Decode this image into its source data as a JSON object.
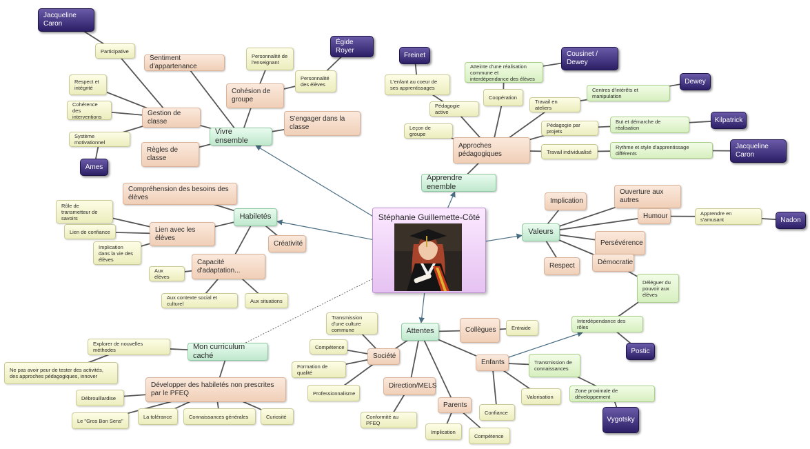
{
  "center": {
    "title": "Stéphanie Guillemette-Côté",
    "photo": "graduation-portrait"
  },
  "nodes": [
    {
      "id": "vivre",
      "label": "Vivre ensemble",
      "style": "green"
    },
    {
      "id": "habiletes",
      "label": "Habiletés",
      "style": "green"
    },
    {
      "id": "apprendre",
      "label": "Apprendre enemble",
      "style": "green"
    },
    {
      "id": "valeurs",
      "label": "Valeurs",
      "style": "green"
    },
    {
      "id": "attentes",
      "label": "Attentes",
      "style": "green"
    },
    {
      "id": "curriculum",
      "label": "Mon curriculum caché",
      "style": "green"
    },
    {
      "id": "sentiment",
      "label": "Sentiment d'appartenance",
      "style": "peach"
    },
    {
      "id": "cohesion",
      "label": "Cohésion de groupe",
      "style": "peach"
    },
    {
      "id": "gestion",
      "label": "Gestion de classe",
      "style": "peach"
    },
    {
      "id": "engager",
      "label": "S'engager dans la classe",
      "style": "peach"
    },
    {
      "id": "regles",
      "label": "Règles de classe",
      "style": "peach"
    },
    {
      "id": "comprehension",
      "label": "Compréhension des besoins des élèves",
      "style": "peach"
    },
    {
      "id": "lien",
      "label": "Lien  avec les élèves",
      "style": "peach"
    },
    {
      "id": "creativite",
      "label": "Créativité",
      "style": "peach"
    },
    {
      "id": "capacite",
      "label": "Capacité d'adaptation...",
      "style": "peach"
    },
    {
      "id": "approches",
      "label": "Approches pédagogiques",
      "style": "peach"
    },
    {
      "id": "implication_v",
      "label": "Implication",
      "style": "peach"
    },
    {
      "id": "ouverture",
      "label": "Ouverture aux autres",
      "style": "peach"
    },
    {
      "id": "humour",
      "label": "Humour",
      "style": "peach"
    },
    {
      "id": "perseverence",
      "label": "Persévérence",
      "style": "peach"
    },
    {
      "id": "respect",
      "label": "Respect",
      "style": "peach"
    },
    {
      "id": "democratie",
      "label": "Démocratie",
      "style": "peach"
    },
    {
      "id": "collegues",
      "label": "Collègues",
      "style": "peach"
    },
    {
      "id": "societe",
      "label": "Société",
      "style": "peach"
    },
    {
      "id": "enfants",
      "label": "Enfants",
      "style": "peach"
    },
    {
      "id": "direction",
      "label": "Direction/MELS",
      "style": "peach"
    },
    {
      "id": "parents",
      "label": "Parents",
      "style": "peach"
    },
    {
      "id": "developper",
      "label": "Développer des habiletés non prescrites par le PFEQ",
      "style": "peach"
    },
    {
      "id": "participative",
      "label": "Participative",
      "style": "yellow"
    },
    {
      "id": "personnalite_ens",
      "label": "Personnalité de l'enseignant",
      "style": "yellow"
    },
    {
      "id": "personnalite_el",
      "label": "Personnalité des élèves",
      "style": "yellow"
    },
    {
      "id": "respect_int",
      "label": "Respect et intégrité",
      "style": "yellow"
    },
    {
      "id": "coherence",
      "label": "Cohérence des interventions",
      "style": "yellow"
    },
    {
      "id": "systeme",
      "label": "Système motivationnel",
      "style": "yellow"
    },
    {
      "id": "role",
      "label": "Rôle de transmetteur de savoirs",
      "style": "yellow"
    },
    {
      "id": "lien_conf",
      "label": "Lien de confiance",
      "style": "yellow"
    },
    {
      "id": "implication_vie",
      "label": "Implication dans la vie des élèves",
      "style": "yellow"
    },
    {
      "id": "aux_eleves",
      "label": "Aux élèves",
      "style": "yellow"
    },
    {
      "id": "aux_contexte",
      "label": "Aux contexte social et culturel",
      "style": "yellow"
    },
    {
      "id": "aux_situations",
      "label": "Aux situations",
      "style": "yellow"
    },
    {
      "id": "enfant_coeur",
      "label": "L'enfant au coeur de ses apprentissages",
      "style": "yellow"
    },
    {
      "id": "ped_active",
      "label": "Pédagogie active",
      "style": "yellow"
    },
    {
      "id": "cooperation",
      "label": "Coopération",
      "style": "yellow"
    },
    {
      "id": "lecon",
      "label": "Leçon de groupe",
      "style": "yellow"
    },
    {
      "id": "travail_ateliers",
      "label": "Travail en ateliers",
      "style": "yellow"
    },
    {
      "id": "ped_projets",
      "label": "Pédagogie par projets",
      "style": "yellow"
    },
    {
      "id": "travail_indiv",
      "label": "Travail individualisé",
      "style": "yellow"
    },
    {
      "id": "apprendre_amusant",
      "label": "Apprendre en s'amusant",
      "style": "yellow"
    },
    {
      "id": "transmission_culture",
      "label": "Transmission d'une culture commune",
      "style": "yellow"
    },
    {
      "id": "competence_s",
      "label": "Compétence",
      "style": "yellow"
    },
    {
      "id": "formation",
      "label": "Formation de qualité",
      "style": "yellow"
    },
    {
      "id": "professionnalisme",
      "label": "Professionnalisme",
      "style": "yellow"
    },
    {
      "id": "conformite",
      "label": "Conformité au PFEQ",
      "style": "yellow"
    },
    {
      "id": "entraide",
      "label": "Entraide",
      "style": "yellow"
    },
    {
      "id": "confiance",
      "label": "Confiance",
      "style": "yellow"
    },
    {
      "id": "valorisation",
      "label": "Valorisation",
      "style": "yellow"
    },
    {
      "id": "implication_p",
      "label": "Implication",
      "style": "yellow"
    },
    {
      "id": "competence_p",
      "label": "Compétence",
      "style": "yellow"
    },
    {
      "id": "explorer",
      "label": "Explorer de nouvelles méthodes",
      "style": "yellow"
    },
    {
      "id": "ne_pas",
      "label": "Ne pas avoir peur de tester des activités, des approches pédagogiques, innover",
      "style": "yellow"
    },
    {
      "id": "debrouillardise",
      "label": "Débrouillardise",
      "style": "yellow"
    },
    {
      "id": "gros_bon",
      "label": "Le \"Gros Bon Sens\"",
      "style": "yellow"
    },
    {
      "id": "tolerance",
      "label": "La tolérance",
      "style": "yellow"
    },
    {
      "id": "connaissances_gen",
      "label": "Connaissances générales",
      "style": "yellow"
    },
    {
      "id": "curiosite",
      "label": "Curiosité",
      "style": "yellow"
    },
    {
      "id": "atteinte",
      "label": "Atteinte d'une réalisation commune et interdépendance des élèves",
      "style": "lgreen"
    },
    {
      "id": "centres",
      "label": "Centres d'intérêts et manipulation",
      "style": "lgreen"
    },
    {
      "id": "but",
      "label": "But et démarche de réalisation",
      "style": "lgreen"
    },
    {
      "id": "rythme",
      "label": "Rythme et style d'apprentissage différents",
      "style": "lgreen"
    },
    {
      "id": "deleguer",
      "label": "Déléguer du pouvoir aux élèves",
      "style": "lgreen"
    },
    {
      "id": "interdependance",
      "label": "Interdépendance des rôles",
      "style": "lgreen"
    },
    {
      "id": "transmission_conn",
      "label": "Transmission de connaissances",
      "style": "lgreen"
    },
    {
      "id": "zone",
      "label": "Zone proximale de développement",
      "style": "lgreen"
    },
    {
      "id": "jacqueline1",
      "label": "Jacqueline Caron",
      "style": "purple"
    },
    {
      "id": "egide",
      "label": "Égide Royer",
      "style": "purple"
    },
    {
      "id": "ames",
      "label": "Ames",
      "style": "purple"
    },
    {
      "id": "freinet",
      "label": "Freinet",
      "style": "purple"
    },
    {
      "id": "cousinet",
      "label": "Cousinet / Dewey",
      "style": "purple"
    },
    {
      "id": "dewey",
      "label": "Dewey",
      "style": "purple"
    },
    {
      "id": "kilpatrick",
      "label": "Kilpatrick",
      "style": "purple"
    },
    {
      "id": "jacqueline2",
      "label": "Jacqueline Caron",
      "style": "purple"
    },
    {
      "id": "nadon",
      "label": "Nadon",
      "style": "purple"
    },
    {
      "id": "postic",
      "label": "Postic",
      "style": "purple"
    },
    {
      "id": "vygotsky",
      "label": "Vygotsky",
      "style": "purple"
    }
  ]
}
